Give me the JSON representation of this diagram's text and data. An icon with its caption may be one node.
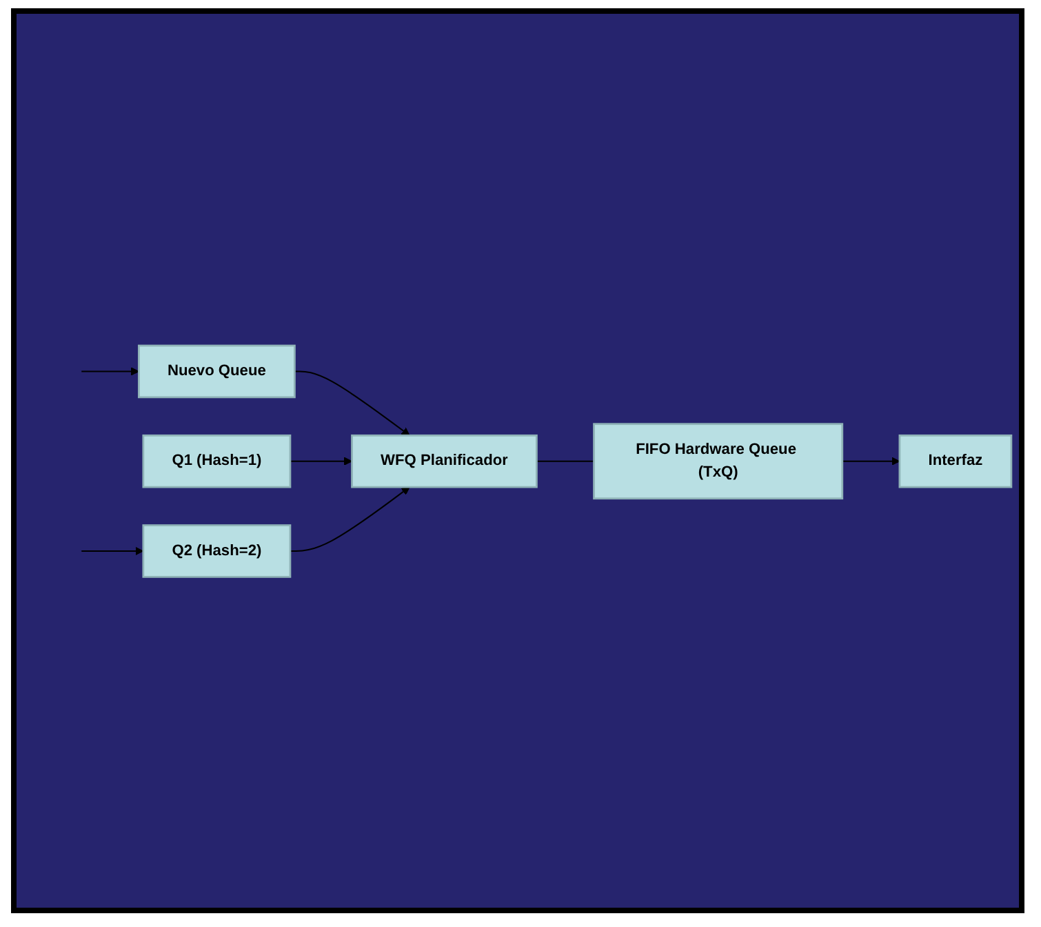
{
  "diagram": {
    "nodes": [
      {
        "text": [
          "FIFO Hardware Queue (TxQ)"
        ]
      },
      {
        "text": [
          "Interfaz"
        ]
      },
      {
        "text": [
          "Nuevo Queue"
        ]
      },
      {
        "text": [
          "Q1 (Hash=1)"
        ]
      },
      {
        "text": [
          "Q2 (Hash=2)"
        ]
      },
      {
        "text": [
          "WFQ Planificador"
        ]
      }
    ],
    "edges": [
      {
        "from": 0,
        "to": 1,
        "arrow": "to"
      },
      {
        "from": 5,
        "to": 0,
        "arrow": "none"
      },
      {
        "from": null,
        "to": 2,
        "arrow": "to"
      },
      {
        "from": 2,
        "to": 5,
        "arrow": "to"
      },
      {
        "from": 3,
        "to": 5,
        "arrow": "to"
      },
      {
        "from": null,
        "to": 4,
        "arrow": "to"
      },
      {
        "from": 4,
        "to": 5,
        "arrow": "to"
      }
    ]
  }
}
